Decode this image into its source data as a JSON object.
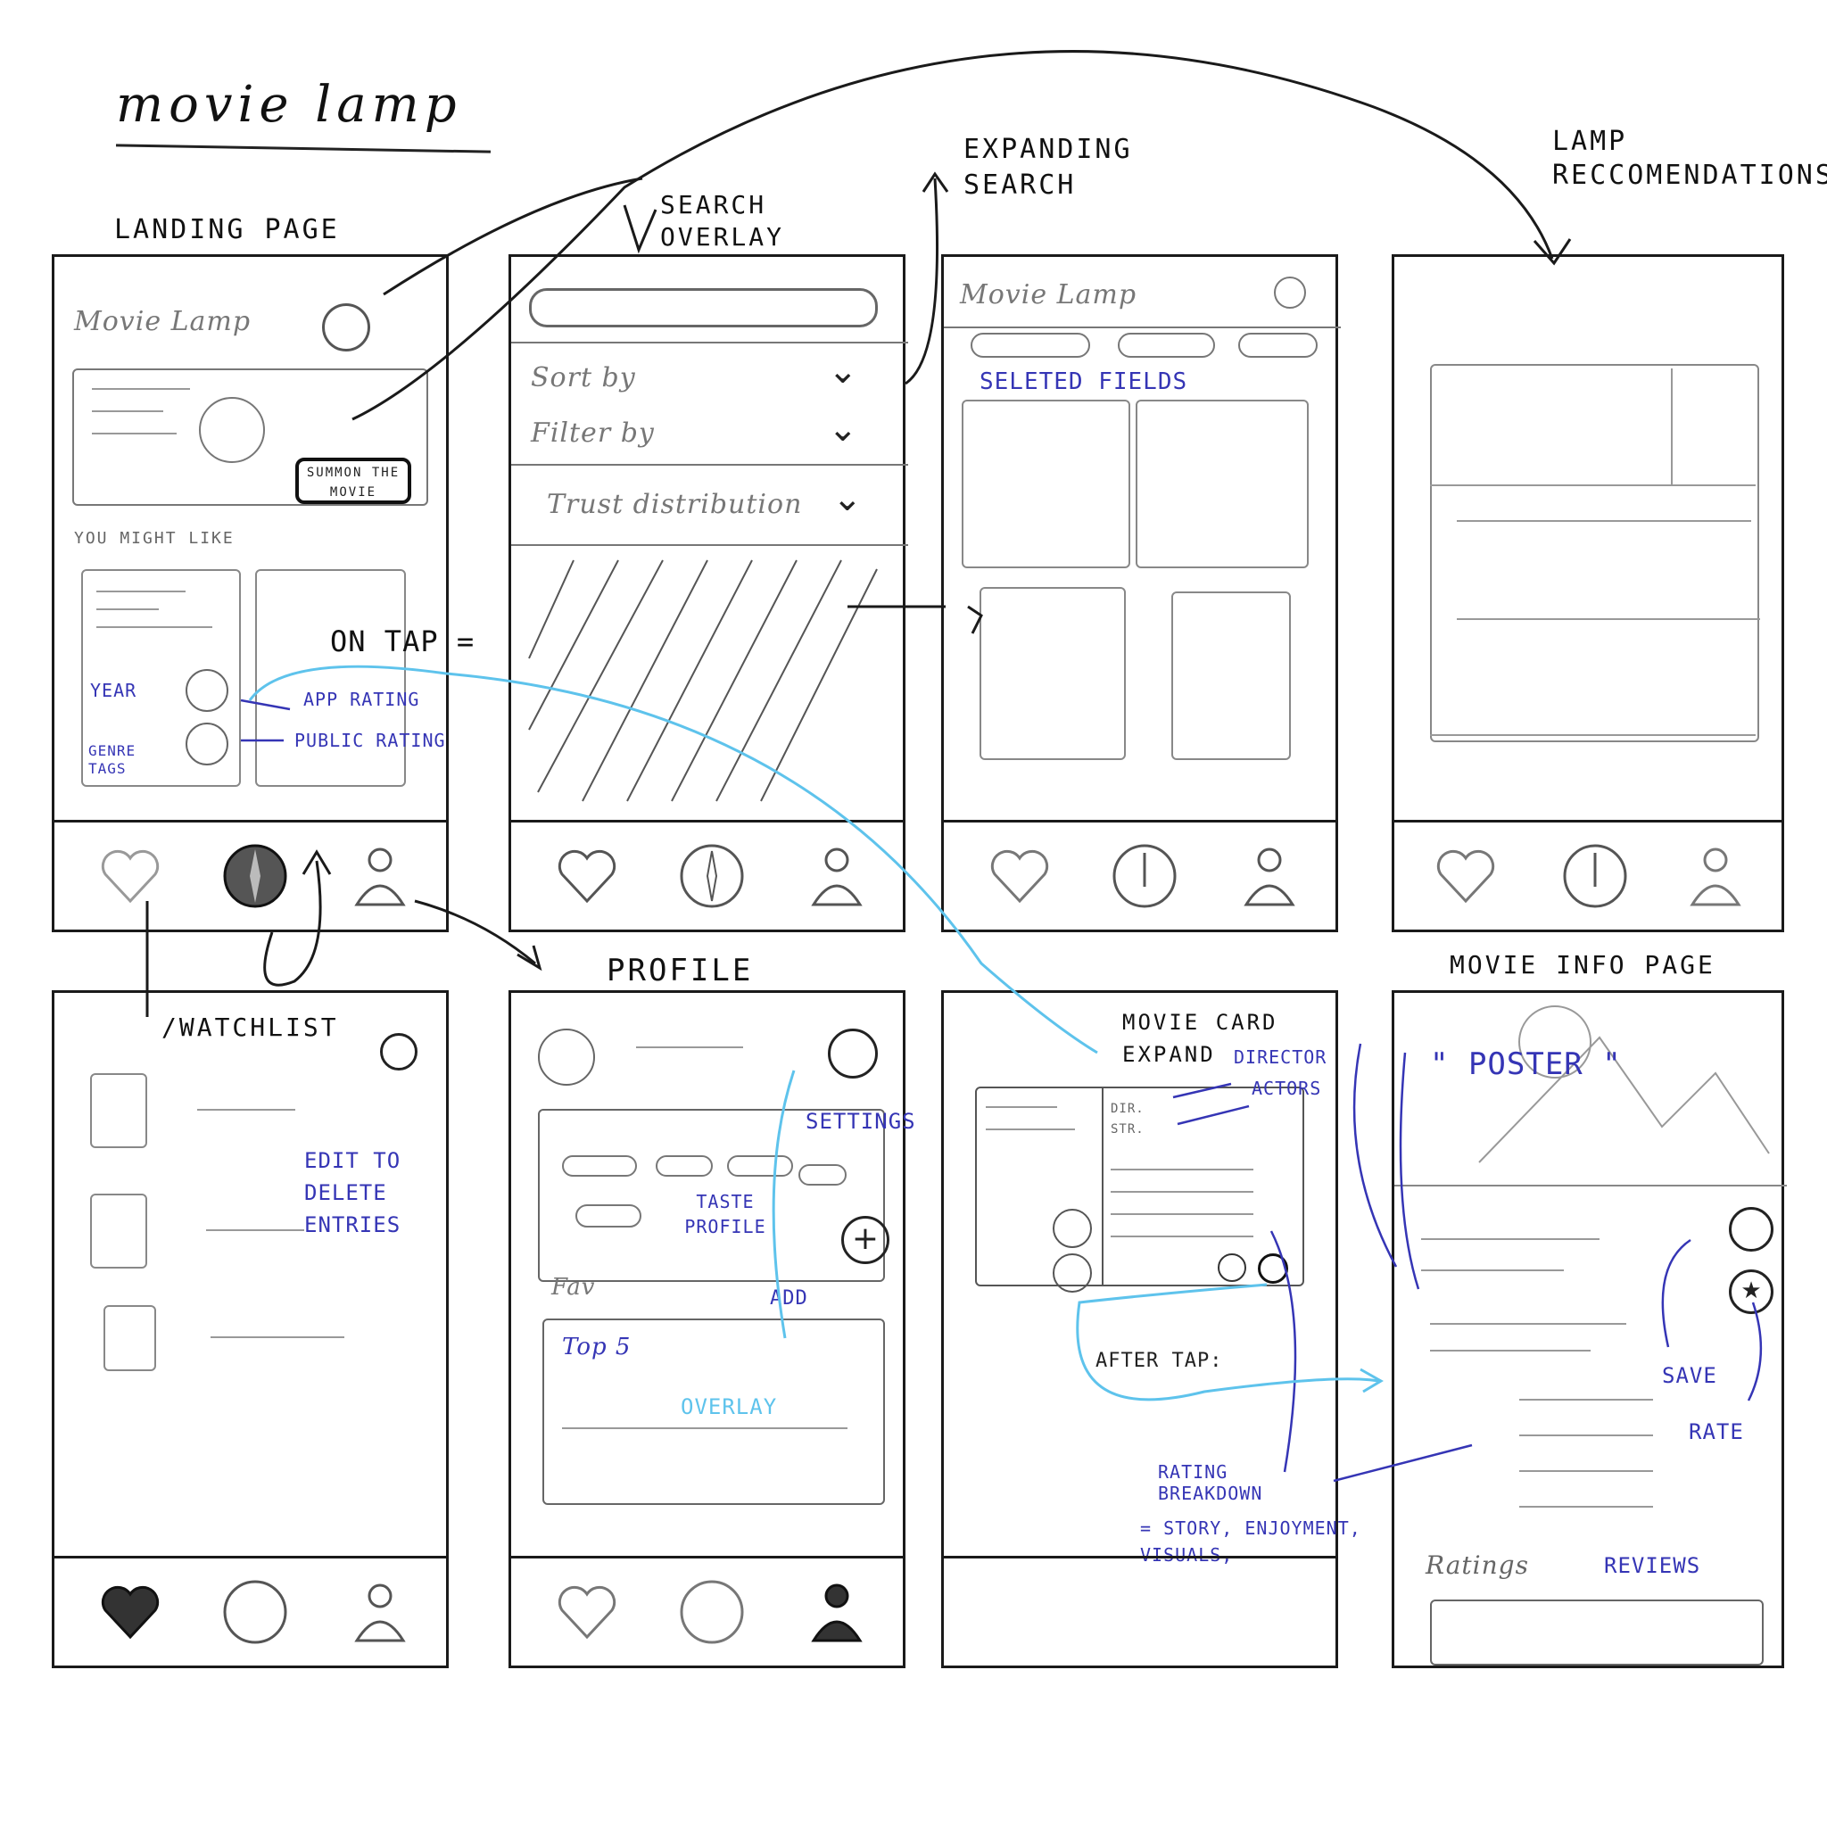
{
  "title": "movie lamp",
  "screens": {
    "landing": {
      "label": "LANDING PAGE",
      "app_name": "Movie Lamp",
      "cta": "SUMMON THE MOVIE",
      "section": "YOU MIGHT LIKE",
      "card_notes": [
        "YEAR",
        "GENRE TAGS",
        "APP RATING",
        "PUBLIC RATING"
      ],
      "on_tap": "ON TAP ="
    },
    "search_overlay": {
      "label": "SEARCH OVERLAY",
      "rows": [
        "Sort by",
        "Filter by",
        "Trust distribution"
      ]
    },
    "expanding_search": {
      "label": "EXPANDING SEARCH",
      "app_name": "Movie Lamp",
      "note": "SELETED FIELDS"
    },
    "lamp_recs": {
      "label": "LAMP RECCOMENDATIONS"
    },
    "watchlist": {
      "label": "/WATCHLIST",
      "note": "EDIT TO DELETE ENTRIES"
    },
    "profile": {
      "label": "PROFILE",
      "notes": [
        "SETTINGS",
        "TASTE PROFILE",
        "ADD",
        "OVERLAY"
      ],
      "list_label": "Fav",
      "list_item": "Top 5"
    },
    "movie_card": {
      "label": "MOVIE CARD EXPAND",
      "dir_label": "DIR.",
      "str_label": "STR.",
      "notes": [
        "DIRECTOR",
        "ACTORS",
        "AFTER TAP:",
        "RATING BREAKDOWN",
        "= STORY, ENJOYMENT, VISUALS,"
      ]
    },
    "movie_info": {
      "label": "MOVIE INFO PAGE",
      "poster": "\" POSTER \"",
      "notes": [
        "SAVE",
        "RATE"
      ],
      "ratings": "Ratings",
      "reviews": "REVIEWS"
    }
  },
  "icons": [
    "heart-icon",
    "compass-icon",
    "user-icon",
    "search-icon",
    "star-icon",
    "plus-icon",
    "expand-icon",
    "settings-icon"
  ],
  "colors": {
    "ink": "#1a1a1a",
    "pencil": "#999999",
    "blue_pen": "#3535b5",
    "cyan_pen": "#5ec3ec"
  }
}
